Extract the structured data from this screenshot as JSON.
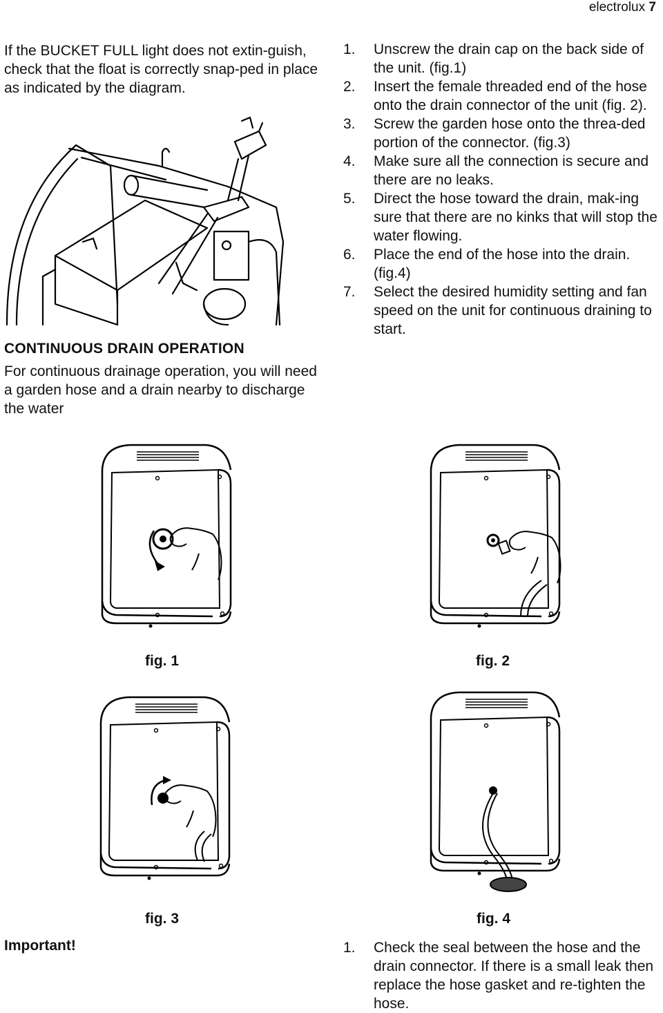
{
  "header": {
    "brand": "electrolux",
    "page_number": "7"
  },
  "left_column": {
    "bucket_note": "If the BUCKET FULL light does not extin-guish, check that the float is correctly snap-ped in place as indicated by the diagram.",
    "section_title": "CONTINUOUS DRAIN OPERATION",
    "section_intro": "For continuous drainage operation, you will need a garden hose and a drain nearby to discharge the water"
  },
  "steps": [
    {
      "num": "1.",
      "text": "Unscrew the drain cap on the back side of the unit. (fig.1)"
    },
    {
      "num": "2.",
      "text": "Insert the female threaded end of the hose onto the drain connector of the unit (fig. 2)."
    },
    {
      "num": "3.",
      "text": "Screw the garden hose onto the threa-ded portion of the connector. (fig.3)"
    },
    {
      "num": "4.",
      "text": "Make sure all the connection is secure and there are no leaks."
    },
    {
      "num": "5.",
      "text": "Direct the hose toward the drain, mak-ing sure that there are no kinks that will stop the water flowing."
    },
    {
      "num": "6.",
      "text": "Place the end of the hose into the drain. (fig.4)"
    },
    {
      "num": "7.",
      "text": "Select the desired humidity setting and fan speed on the unit for continuous draining to start."
    }
  ],
  "figures": {
    "fig1": "fig. 1",
    "fig2": "fig. 2",
    "fig3": "fig. 3",
    "fig4": "fig. 4"
  },
  "important": {
    "label": "Important!",
    "num": "1.",
    "text": "Check the seal between the hose and the drain connector. If there is a small leak then replace the hose gasket and re-tighten the hose."
  }
}
